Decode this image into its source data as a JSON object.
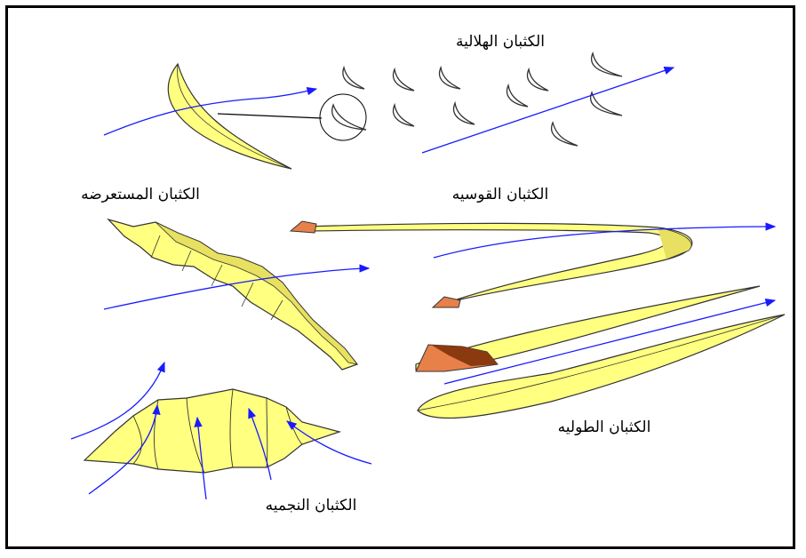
{
  "labels": {
    "barchan": "الكثبان الهلالية",
    "transverse": "الكثبان المستعرضه",
    "parabolic": "الكثبان القوسيه",
    "longitudinal": "الكثبان الطوليه",
    "star": "الكثبان النجميه"
  },
  "colors": {
    "sand": "#ffff80",
    "outline": "#333333",
    "wind": "#1a1aff",
    "rock": "#e8804a",
    "rock_dark": "#8b3a10",
    "text": "#000000"
  }
}
